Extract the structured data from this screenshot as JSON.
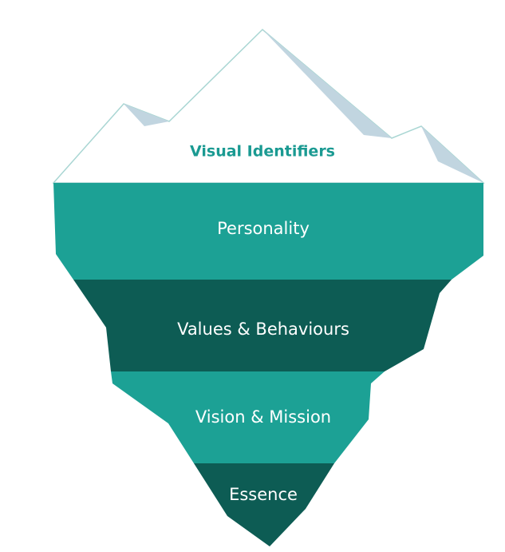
{
  "diagram": {
    "tip": {
      "label": "Visual Identifiers"
    },
    "layers": [
      {
        "label": "Personality"
      },
      {
        "label": "Values & Behaviours"
      },
      {
        "label": "Vision & Mission"
      },
      {
        "label": "Essence"
      }
    ]
  },
  "colors": {
    "snow": "#ffffff",
    "snow_outline": "#a9d6d3",
    "shadow": "#c1d5e0",
    "tip_text": "#1a9a92",
    "teal": "#1ca195",
    "dark_teal": "#0d5c54"
  }
}
